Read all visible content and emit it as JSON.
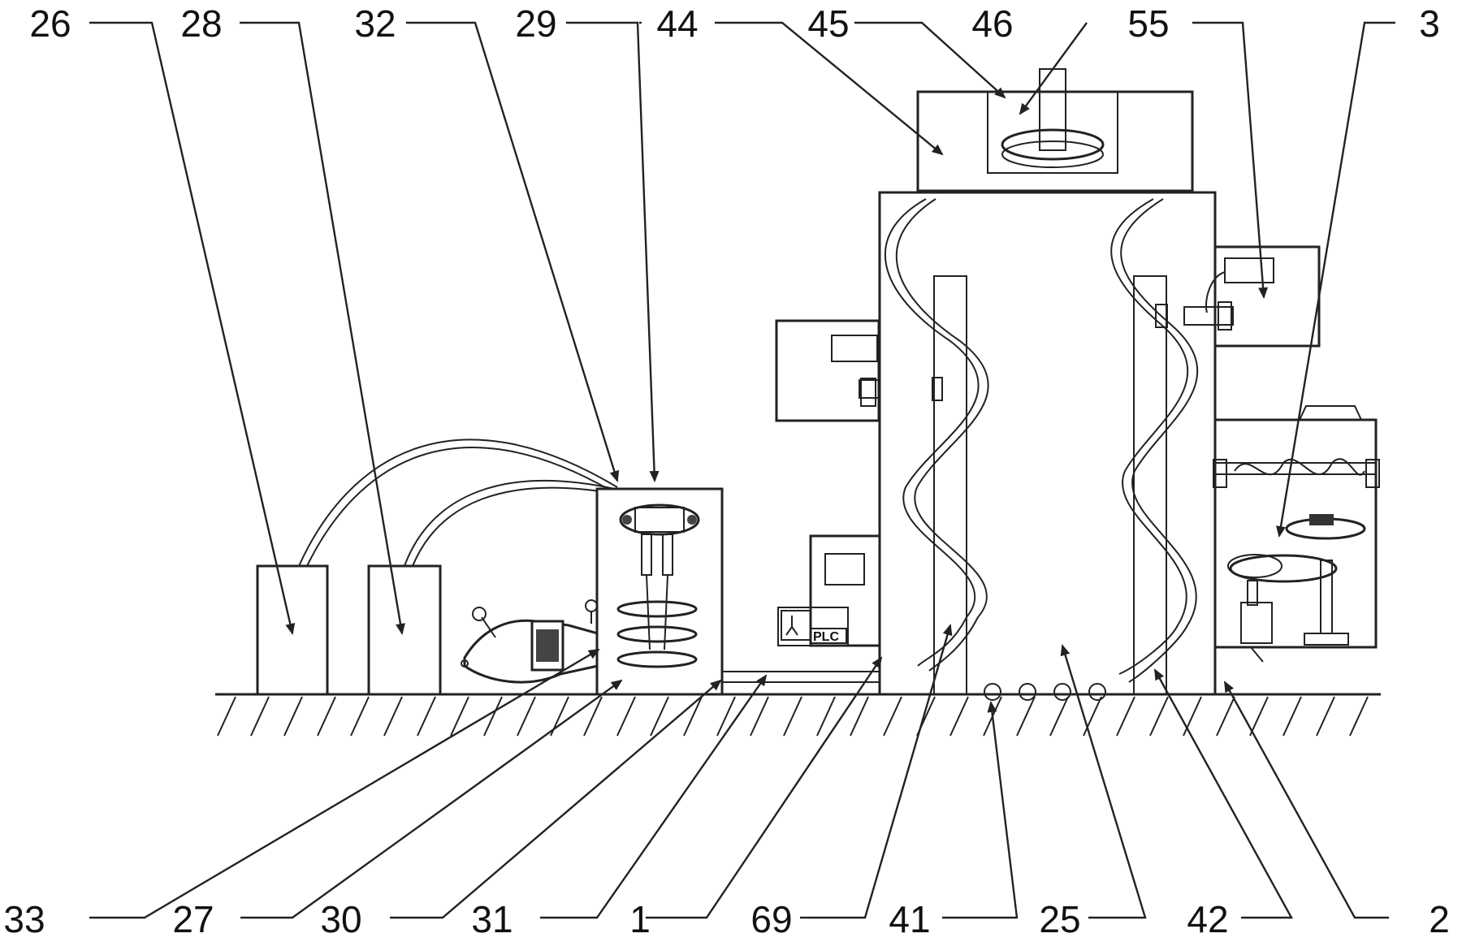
{
  "figure": {
    "background": "#ffffff",
    "line_color": "#222222",
    "top_labels": [
      "26",
      "28",
      "32",
      "29",
      "44",
      "45",
      "46",
      "55",
      "3"
    ],
    "bottom_labels": [
      "33",
      "27",
      "30",
      "31",
      "1",
      "69",
      "41",
      "25",
      "42",
      "2"
    ],
    "plc_text": "PLC"
  }
}
